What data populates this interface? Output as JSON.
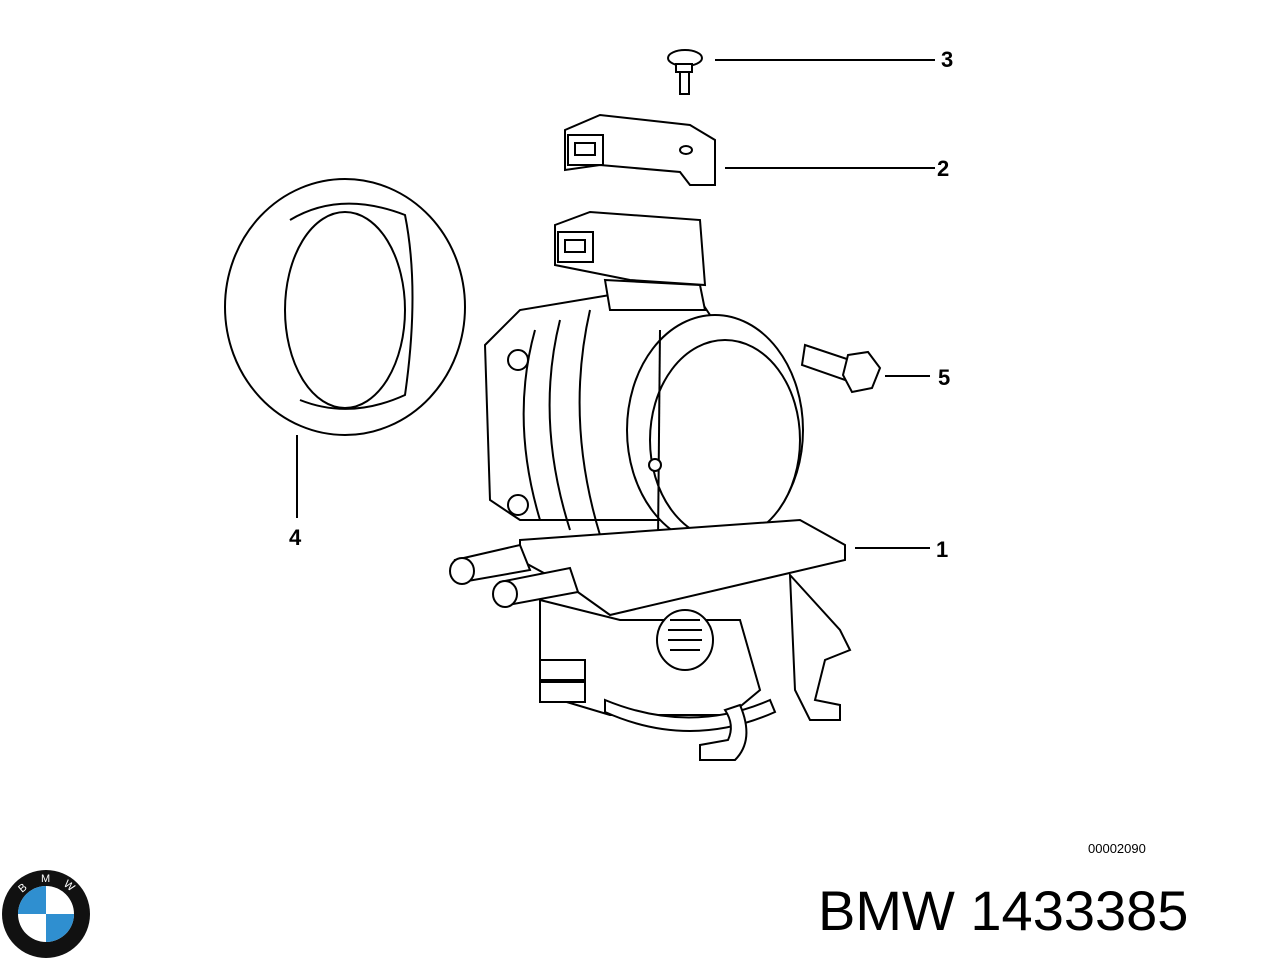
{
  "callouts": {
    "c1": "1",
    "c2": "2",
    "c3": "3",
    "c4": "4",
    "c5": "5"
  },
  "diagram_id": "00002090",
  "part_number": "BMW 1433385",
  "logo": {
    "text": "BMW",
    "colors": {
      "blue": "#2f8fd0",
      "white": "#ffffff",
      "ring": "#111111"
    }
  }
}
